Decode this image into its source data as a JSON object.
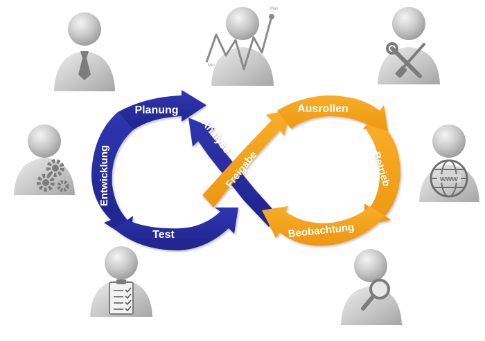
{
  "colors": {
    "devops_blue": "#2b2fa0",
    "ops_orange": "#f4a21a",
    "person_gray": "#c9c9c9",
    "icon_gray": "#7c7c7c"
  },
  "cycle": {
    "dev_labels": {
      "planung": "Planung",
      "entwicklung": "Entwicklung",
      "test": "Test",
      "analyse": "Analyse"
    },
    "ops_labels": {
      "ausrollen": "Ausrollen",
      "betrieb": "Betrieb",
      "beobachtung": "Beobachtung",
      "freigabe": "Freigabe"
    }
  },
  "people": [
    {
      "role": "business",
      "icon": "tie-icon"
    },
    {
      "role": "analyst",
      "icon": "line-chart-icon",
      "chart_max": "Max",
      "chart_min": "Min"
    },
    {
      "role": "operations",
      "icon": "wrench-screwdriver-icon"
    },
    {
      "role": "developer",
      "icon": "gears-icon"
    },
    {
      "role": "web-operations",
      "icon": "globe-icon",
      "globe_text": "www"
    },
    {
      "role": "tester",
      "icon": "clipboard-checklist-icon"
    },
    {
      "role": "monitoring",
      "icon": "magnifier-icon"
    }
  ]
}
